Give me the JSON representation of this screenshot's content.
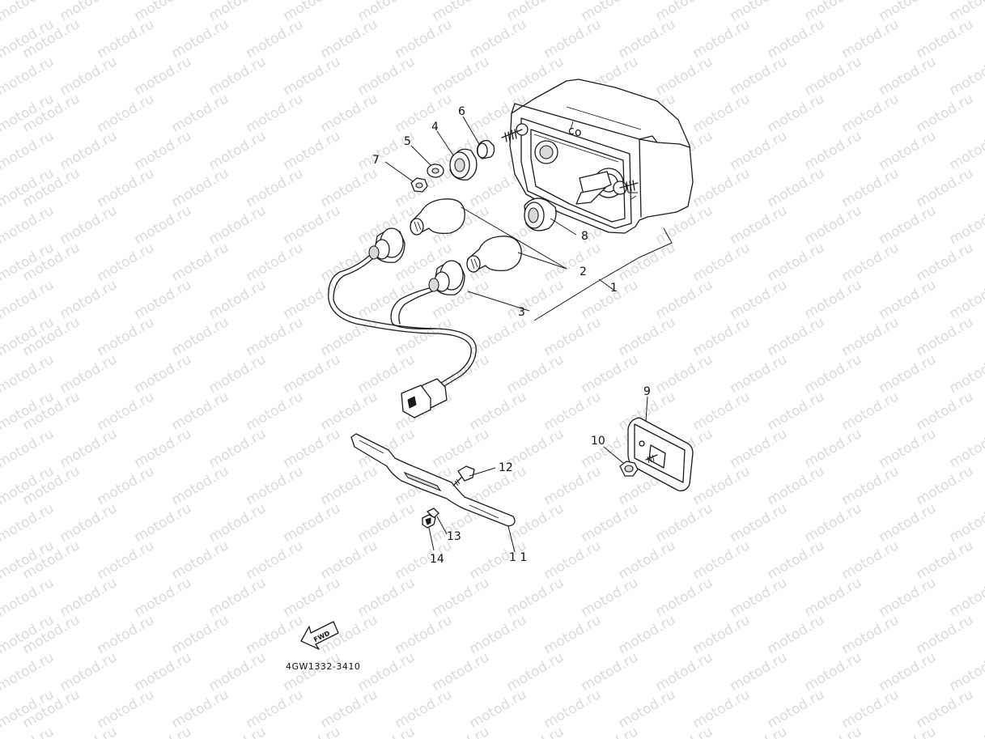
{
  "diagram": {
    "watermark_text": "motod.ru",
    "part_code": "4GW1332-3410",
    "direction_arrow": {
      "text": "FWD",
      "icon": "forward-arrow-icon"
    },
    "callouts": [
      {
        "key": "1",
        "label": "1"
      },
      {
        "key": "2",
        "label": "2"
      },
      {
        "key": "3",
        "label": "3"
      },
      {
        "key": "4",
        "label": "4"
      },
      {
        "key": "5",
        "label": "5"
      },
      {
        "key": "6",
        "label": "6"
      },
      {
        "key": "7",
        "label": "7"
      },
      {
        "key": "8",
        "label": "8"
      },
      {
        "key": "9",
        "label": "9"
      },
      {
        "key": "10",
        "label": "10"
      },
      {
        "key": "11",
        "label": "1 1"
      },
      {
        "key": "12",
        "label": "12"
      },
      {
        "key": "13",
        "label": "13"
      },
      {
        "key": "14",
        "label": "14"
      }
    ]
  }
}
